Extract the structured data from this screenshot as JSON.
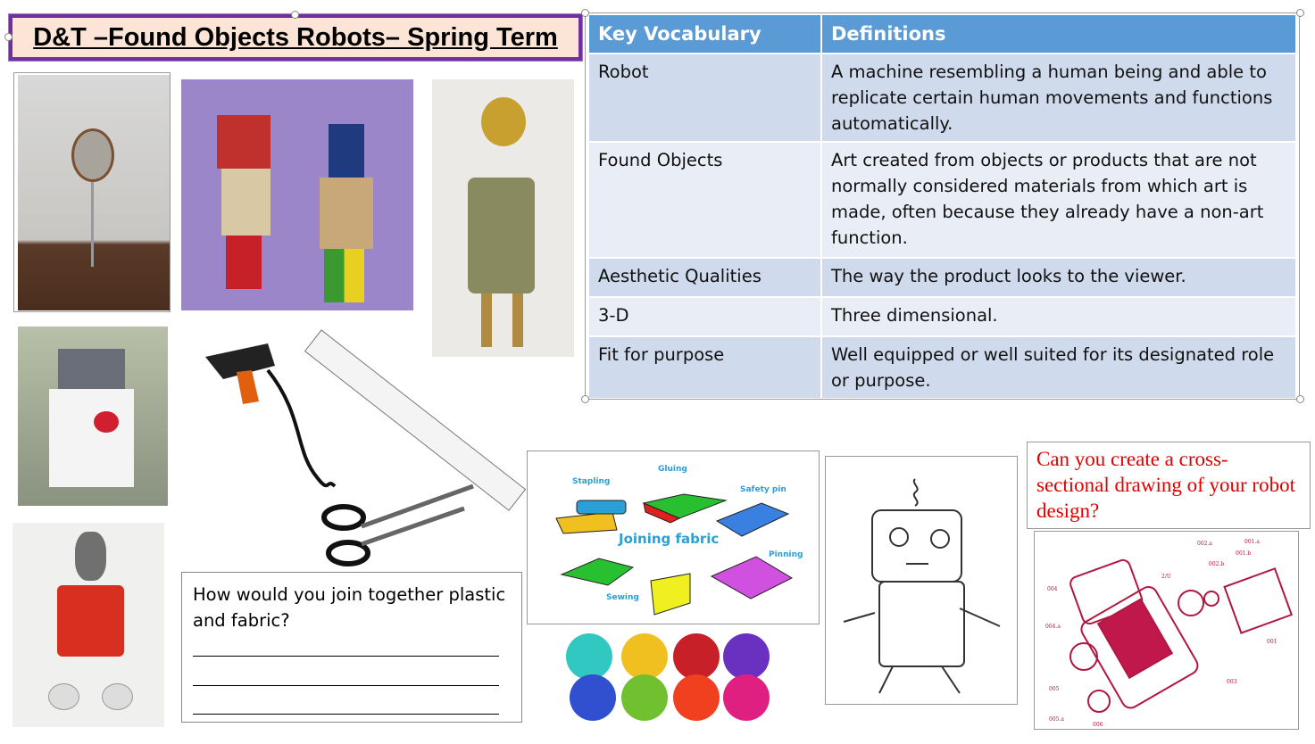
{
  "title": "D&T –Found Objects Robots– Spring Term",
  "vocab": {
    "headers": [
      "Key Vocabulary",
      "Definitions"
    ],
    "rows": [
      {
        "term": "Robot",
        "def": "A machine resembling a human being and able to replicate certain human movements and functions automatically."
      },
      {
        "term": "Found Objects",
        "def": "Art created from objects or products that are not normally considered materials from which art is made, often because they already have a non-art function."
      },
      {
        "term": "Aesthetic Qualities",
        "def": "The way the product looks to the viewer."
      },
      {
        "term": "3-D",
        "def": "Three dimensional."
      },
      {
        "term": "Fit for purpose",
        "def": "Well equipped or well suited for its designated role or purpose."
      }
    ]
  },
  "question": "How would you join together plastic and fabric?",
  "prompt": "Can you create a cross-sectional drawing of your robot design?",
  "fabric": {
    "title": "Joining fabric",
    "labels": [
      "Stapling",
      "Gluing",
      "Safety pin",
      "Pinning",
      "Sewing"
    ]
  },
  "diagram_labels": [
    "001.a",
    "001.b",
    "002.a",
    "002.b",
    "2/U",
    "004",
    "004.a",
    "003",
    "001",
    "005",
    "005.a",
    "006"
  ],
  "colors": {
    "header": "#5b9bd5",
    "title_border": "#7030a0",
    "title_bg": "#fce4d6",
    "prompt_text": "#e00000"
  }
}
